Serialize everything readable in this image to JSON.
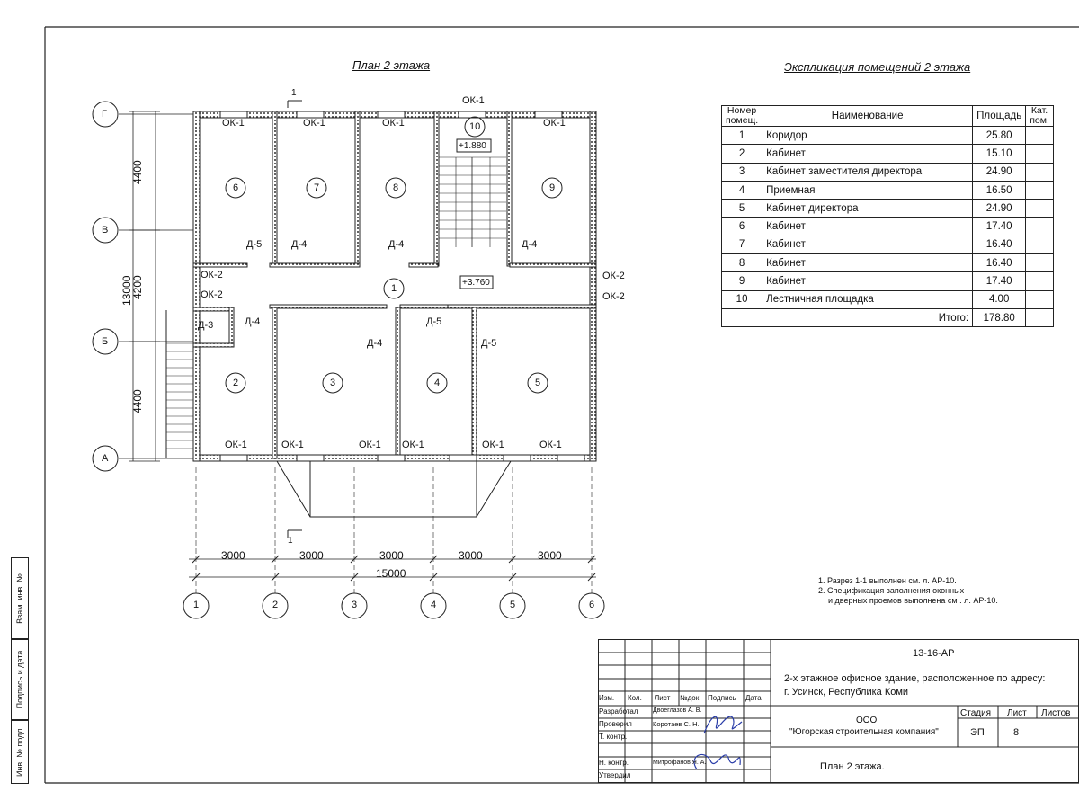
{
  "plan": {
    "title": "План 2 этажа",
    "axes_letters": [
      "Г",
      "В",
      "Б",
      "А"
    ],
    "axes_numbers": [
      "1",
      "2",
      "3",
      "4",
      "5",
      "6"
    ],
    "dims_vertical": [
      "4400",
      "4200",
      "4400"
    ],
    "dim_total_vertical": "13000",
    "dims_horizontal": [
      "3000",
      "3000",
      "3000",
      "3000",
      "3000"
    ],
    "dim_total_horizontal": "15000",
    "level_stair": "+1.880",
    "level_floor": "+3.760",
    "section_mark": "1",
    "rooms": [
      "1",
      "2",
      "3",
      "4",
      "5",
      "6",
      "7",
      "8",
      "9",
      "10"
    ],
    "labels": {
      "ok1": "ОК-1",
      "ok2": "ОК-2",
      "d3": "Д-3",
      "d4": "Д-4",
      "d5": "Д-5"
    }
  },
  "explication": {
    "title": "Экспликация помещений 2 этажа",
    "headers": [
      "Номер помещ.",
      "Наименование",
      "Площадь",
      "Кат. пом."
    ],
    "rows": [
      {
        "num": "1",
        "name": "Коридор",
        "area": "25.80"
      },
      {
        "num": "2",
        "name": "Кабинет",
        "area": "15.10"
      },
      {
        "num": "3",
        "name": "Кабинет заместителя директора",
        "area": "24.90"
      },
      {
        "num": "4",
        "name": "Приемная",
        "area": "16.50"
      },
      {
        "num": "5",
        "name": "Кабинет директора",
        "area": "24.90"
      },
      {
        "num": "6",
        "name": "Кабинет",
        "area": "17.40"
      },
      {
        "num": "7",
        "name": "Кабинет",
        "area": "16.40"
      },
      {
        "num": "8",
        "name": "Кабинет",
        "area": "16.40"
      },
      {
        "num": "9",
        "name": "Кабинет",
        "area": "17.40"
      },
      {
        "num": "10",
        "name": "Лестничная площадка",
        "area": "4.00"
      }
    ],
    "total_label": "Итого:",
    "total_value": "178.80"
  },
  "notes": [
    "1. Разрез 1-1 выполнен см. л. АР-10.",
    "2. Спецификация заполнения оконных",
    "и дверных проемов выполнена см . л. АР-10."
  ],
  "side_labels": [
    "Взам. инв. №",
    "Подпись и дата",
    "Инв. № подл."
  ],
  "stamp": {
    "code": "13-16-АР",
    "project_line1": "2-х этажное офисное здание, расположенное по адресу:",
    "project_line2": "г. Усинск, Республика Коми",
    "col_headers": [
      "Изм.",
      "Кол.",
      "Лист",
      "№док.",
      "Подпись",
      "Дата"
    ],
    "roles": [
      "Разработал",
      "Проверил",
      "Т. контр.",
      "",
      "Н. контр.",
      "Утвердил"
    ],
    "names": [
      "Двоеглазов А. В.",
      "Коротаев С. Н.",
      "",
      "",
      "Митрофанов Я. А.",
      ""
    ],
    "stage_label": "Стадия",
    "sheet_label": "Лист",
    "sheets_label": "Листов",
    "stage": "ЭП",
    "sheet": "8",
    "company_line1": "ООО",
    "company_line2": "\"Югорская строительная компания\"",
    "drawing_name": "План 2 этажа."
  }
}
